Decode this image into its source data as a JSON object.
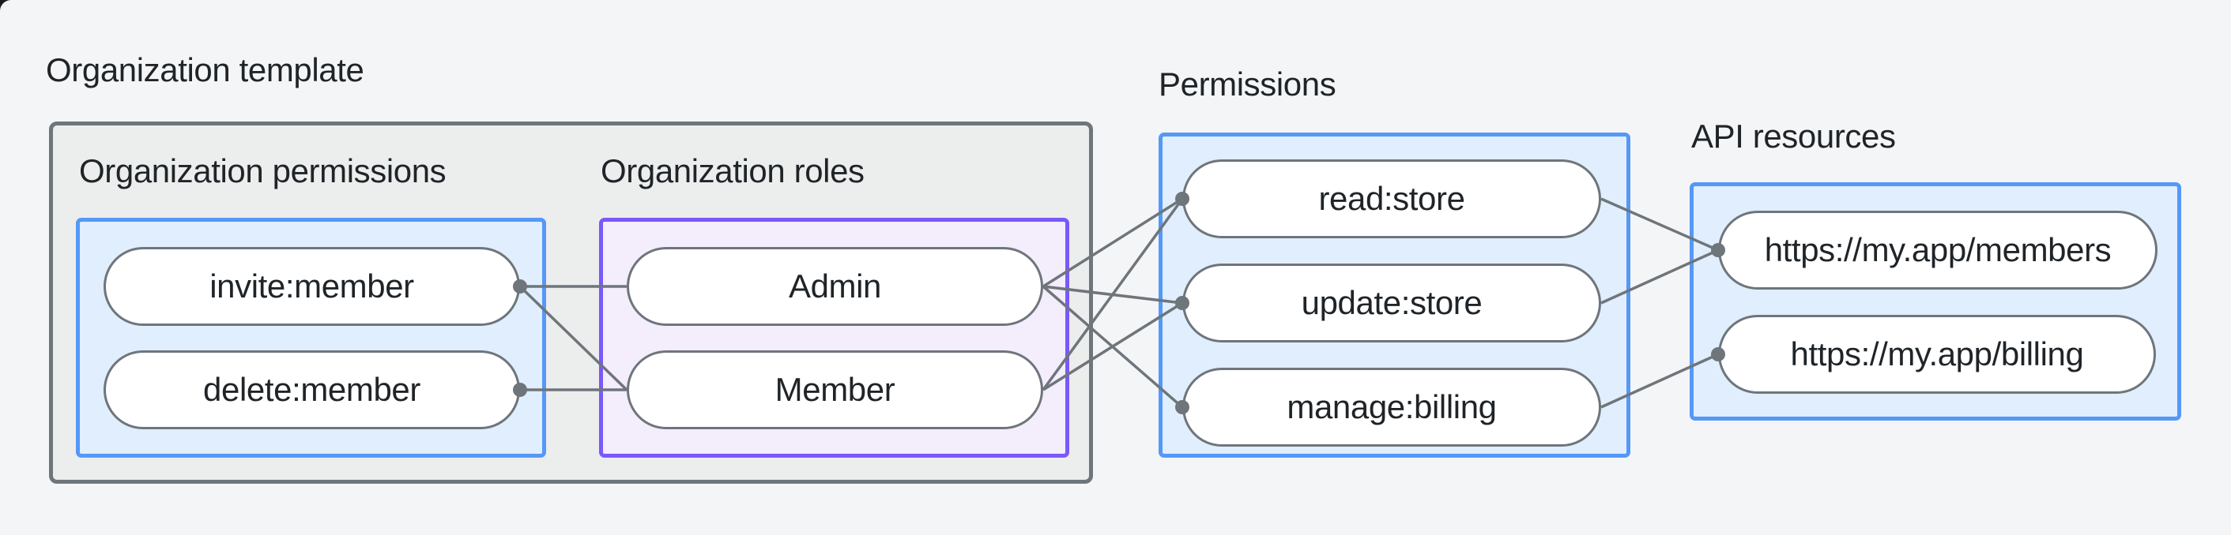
{
  "colors": {
    "page_bg": "#F4F5F6",
    "template_box_bg": "#ECEDED",
    "template_box_border": "#6F767B",
    "blue_panel_bg": "#E0EEFD",
    "blue_panel_border": "#5598F7",
    "purple_panel_bg": "#F3EDFC",
    "purple_panel_border": "#7A58F9",
    "pill_bg": "#FFFFFF",
    "pill_border": "#6E757B",
    "edge_color": "#6E757B",
    "text_color": "#1F2428"
  },
  "organization_template": {
    "label": "Organization template",
    "organization_permissions": {
      "label": "Organization permissions",
      "items": [
        {
          "id": "invite-member",
          "label": "invite:member"
        },
        {
          "id": "delete-member",
          "label": "delete:member"
        }
      ]
    },
    "organization_roles": {
      "label": "Organization roles",
      "items": [
        {
          "id": "admin",
          "label": "Admin"
        },
        {
          "id": "member",
          "label": "Member"
        }
      ]
    }
  },
  "permissions": {
    "label": "Permissions",
    "items": [
      {
        "id": "read-store",
        "label": "read:store"
      },
      {
        "id": "update-store",
        "label": "update:store"
      },
      {
        "id": "manage-billing",
        "label": "manage:billing"
      }
    ]
  },
  "api_resources": {
    "label": "API resources",
    "items": [
      {
        "id": "members-url",
        "label": "https://my.app/members"
      },
      {
        "id": "billing-url",
        "label": "https://my.app/billing"
      }
    ]
  },
  "edges": [
    {
      "from": "invite-member",
      "from_side": "right",
      "to": "admin",
      "to_side": "left"
    },
    {
      "from": "invite-member",
      "from_side": "right",
      "to": "member",
      "to_side": "left"
    },
    {
      "from": "delete-member",
      "from_side": "right",
      "to": "member",
      "to_side": "left"
    },
    {
      "from": "admin",
      "from_side": "right",
      "to": "read-store",
      "to_side": "left"
    },
    {
      "from": "admin",
      "from_side": "right",
      "to": "update-store",
      "to_side": "left"
    },
    {
      "from": "admin",
      "from_side": "right",
      "to": "manage-billing",
      "to_side": "left"
    },
    {
      "from": "member",
      "from_side": "right",
      "to": "read-store",
      "to_side": "left"
    },
    {
      "from": "member",
      "from_side": "right",
      "to": "update-store",
      "to_side": "left"
    },
    {
      "from": "read-store",
      "from_side": "right",
      "to": "members-url",
      "to_side": "left"
    },
    {
      "from": "update-store",
      "from_side": "right",
      "to": "members-url",
      "to_side": "left"
    },
    {
      "from": "manage-billing",
      "from_side": "right",
      "to": "billing-url",
      "to_side": "left"
    }
  ],
  "connection_dots": [
    {
      "node": "invite-member",
      "side": "right"
    },
    {
      "node": "delete-member",
      "side": "right"
    },
    {
      "node": "read-store",
      "side": "left"
    },
    {
      "node": "update-store",
      "side": "left"
    },
    {
      "node": "manage-billing",
      "side": "left"
    },
    {
      "node": "members-url",
      "side": "left"
    },
    {
      "node": "billing-url",
      "side": "left"
    }
  ]
}
